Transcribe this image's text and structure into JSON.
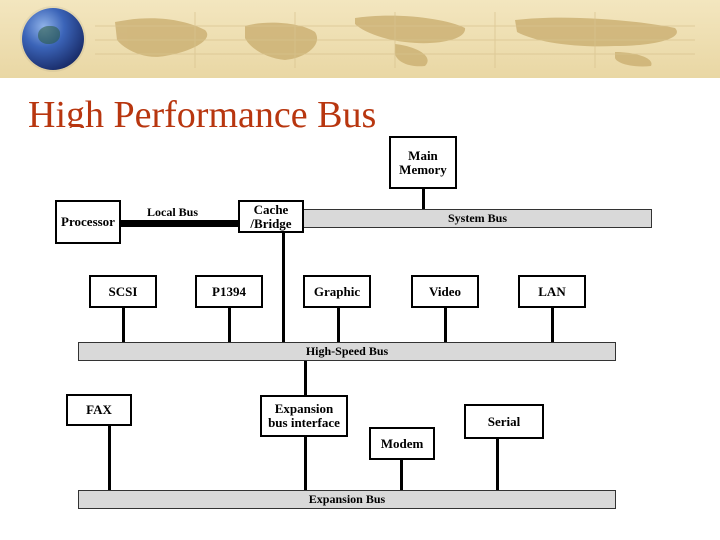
{
  "slide": {
    "title": "High Performance Bus"
  },
  "diagram": {
    "main_memory": "Main\nMemory",
    "processor": "Processor",
    "local_bus": "Local Bus",
    "cache_bridge": "Cache\n/Bridge",
    "system_bus": "System Bus",
    "scsi": "SCSI",
    "p1394": "P1394",
    "graphic": "Graphic",
    "video": "Video",
    "lan": "LAN",
    "high_speed_bus": "High-Speed Bus",
    "fax": "FAX",
    "expansion_interface": "Expansion\nbus interface",
    "modem": "Modem",
    "serial": "Serial",
    "expansion_bus": "Expansion Bus"
  }
}
